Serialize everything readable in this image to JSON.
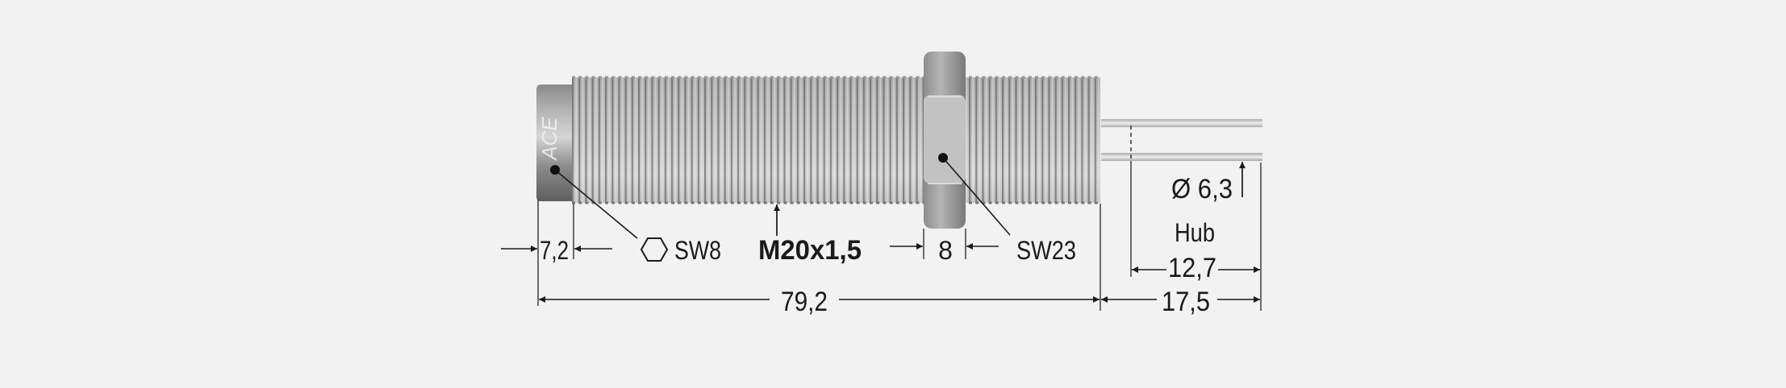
{
  "drawing": {
    "logo_text": "ACE",
    "thread_spec": "M20x1,5",
    "cap_wrench": "SW8",
    "nut_wrench": "SW23",
    "cap_length": "7,2",
    "nut_width": "8",
    "body_length": "79,2",
    "rod_extension": "17,5",
    "stroke_label": "Hub",
    "stroke_value": "12,7",
    "rod_diameter": "Ø 6,3"
  },
  "colors": {
    "background": "#f1f2f1",
    "line": "#1a1a1a",
    "metal_dark": "#6e6e6e",
    "metal_light": "#d8d8d8"
  }
}
